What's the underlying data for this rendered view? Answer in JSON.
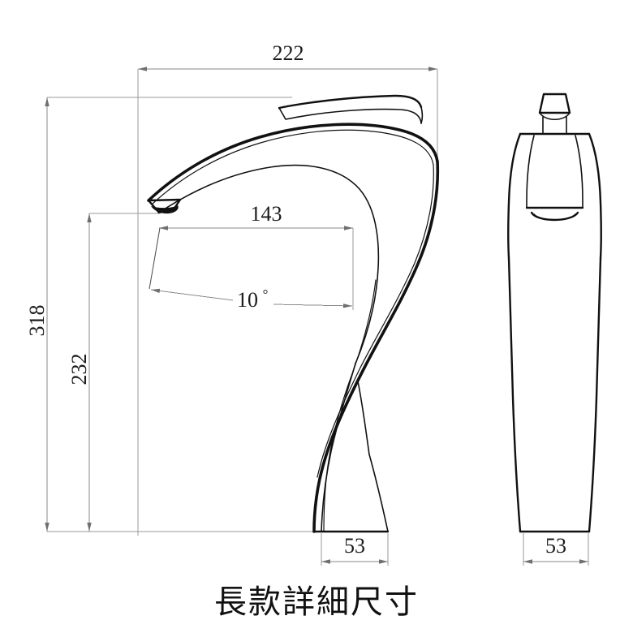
{
  "caption": {
    "text": "長款詳細尺寸"
  },
  "colors": {
    "background": "#ffffff",
    "outline": "#111111",
    "dimension_line": "#8a8a8a",
    "extension_line": "#9a9a9a",
    "text": "#1a1a1a"
  },
  "views": {
    "side": {
      "name": "side-elevation",
      "label": ""
    },
    "front": {
      "name": "front-elevation",
      "label": ""
    }
  },
  "dimensions": {
    "overall_width": {
      "value": "222",
      "name": "dimension-222-overall-width",
      "unit": "mm",
      "orientation": "horizontal",
      "view": "side"
    },
    "overall_height": {
      "value": "318",
      "name": "dimension-318-overall-height",
      "unit": "mm",
      "orientation": "vertical",
      "view": "side"
    },
    "spout_height": {
      "value": "232",
      "name": "dimension-232-spout-height",
      "unit": "mm",
      "orientation": "vertical",
      "view": "side"
    },
    "spout_reach": {
      "value": "143",
      "name": "dimension-143-spout-reach",
      "unit": "mm",
      "orientation": "horizontal",
      "view": "side"
    },
    "spout_angle": {
      "value": "10",
      "symbol": "°",
      "name": "dimension-10-degree-angle",
      "unit": "degrees",
      "orientation": "angular",
      "view": "side"
    },
    "base_width_side": {
      "value": "53",
      "name": "dimension-53-base-width-side",
      "unit": "mm",
      "orientation": "horizontal",
      "view": "side"
    },
    "base_width_front": {
      "value": "53",
      "name": "dimension-53-base-width-front",
      "unit": "mm",
      "orientation": "horizontal",
      "view": "front"
    }
  },
  "chart_data": {
    "type": "table",
    "title": "長款詳細尺寸",
    "categories": [
      "222",
      "318",
      "232",
      "143",
      "10°",
      "53",
      "53"
    ],
    "values": [
      222,
      318,
      232,
      143,
      10,
      53,
      53
    ],
    "xlabel": "",
    "ylabel": ""
  }
}
